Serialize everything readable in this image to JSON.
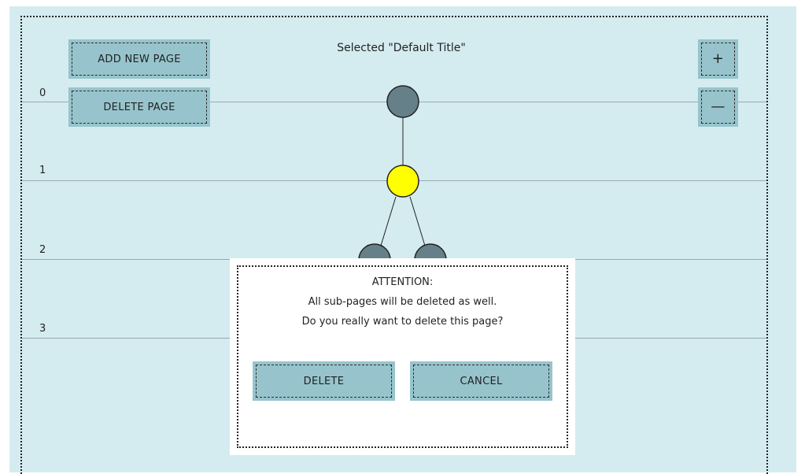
{
  "header": {
    "title": "Selected \"Default Title\""
  },
  "toolbar": {
    "add_page_label": "ADD NEW PAGE",
    "delete_page_label": "DELETE PAGE",
    "zoom_in_label": "+",
    "zoom_out_label": "—"
  },
  "levels": [
    "0",
    "1",
    "2",
    "3"
  ],
  "tree": {
    "selected_color": "#ffff00",
    "node_color": "#66808a"
  },
  "dialog": {
    "heading": "ATTENTION:",
    "line1": "All sub-pages will be deleted as well.",
    "line2": "Do you really want to delete this page?",
    "delete_label": "DELETE",
    "cancel_label": "CANCEL"
  },
  "colors": {
    "background": "#d4ecf0",
    "button": "#97c4cc",
    "dialog": "#ffffff"
  }
}
